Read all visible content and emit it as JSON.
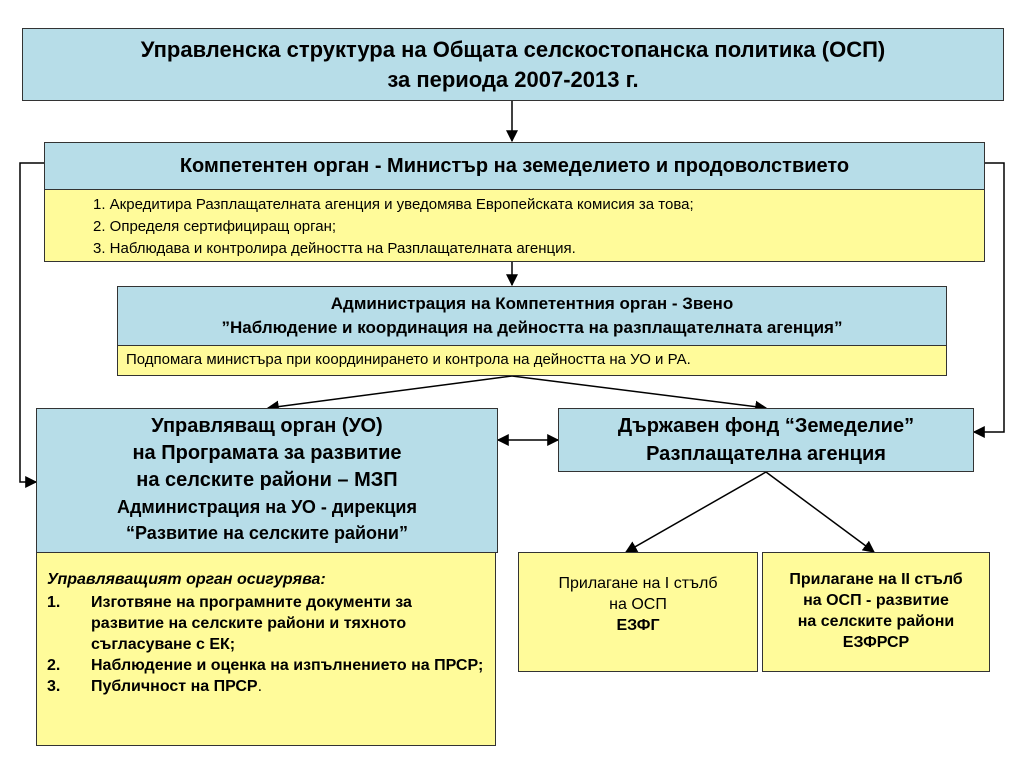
{
  "title": {
    "line1": "Управленска структура на Общата селскостопанска политика (ОСП)",
    "line2": "за периода 2007-2013 г."
  },
  "competent_authority": {
    "header": "Компетентен орган - Министър на земеделието и продоволствието",
    "items": [
      "1. Акредитира Разплащателната агенция и уведомява Европейската комисия за това;",
      "2. Определя сертифициращ орган;",
      "3. Наблюдава и контролира дейността на Разплащателната агенция."
    ]
  },
  "administration": {
    "header_line1": "Администрация на Компетентния орган - Звено",
    "header_line2": "”Наблюдение и координация на дейността на разплащателната агенция”",
    "description": "Подпомага министъра при координирането и контрола на дейността на УО и РА."
  },
  "managing_authority": {
    "line1": "Управляващ орган (УО)",
    "line2": "на Програмата за развитие",
    "line3": "на селските райони – МЗП",
    "line4": "Администрация на УО - дирекция",
    "line5": "“Развитие на селските райони”",
    "provides_heading": "Управляващият орган осигурява:",
    "items": [
      {
        "num": "1.",
        "text": "Изготвяне на програмните документи за развитие на селските райони и тяхното съгласуване с ЕК;"
      },
      {
        "num": "2.",
        "text": "Наблюдение и оценка на изпълнението на ПРСР;"
      },
      {
        "num": "3.",
        "text": "Публичност на ПРСР"
      }
    ],
    "last_period": "."
  },
  "paying_agency": {
    "line1": "Държавен фонд “Земеделие”",
    "line2": "Разплащателна агенция"
  },
  "pillar1": {
    "line1": "Прилагане на I стълб",
    "line2": "на ОСП",
    "line3": "ЕЗФГ"
  },
  "pillar2": {
    "line1": "Прилагане на II стълб",
    "line2": "на ОСП - развитие",
    "line3": "на селските райони",
    "line4": "ЕЗФРСР"
  },
  "colors": {
    "header_blue": "#b7dde8",
    "note_yellow": "#fffb9a",
    "border": "#333333"
  }
}
